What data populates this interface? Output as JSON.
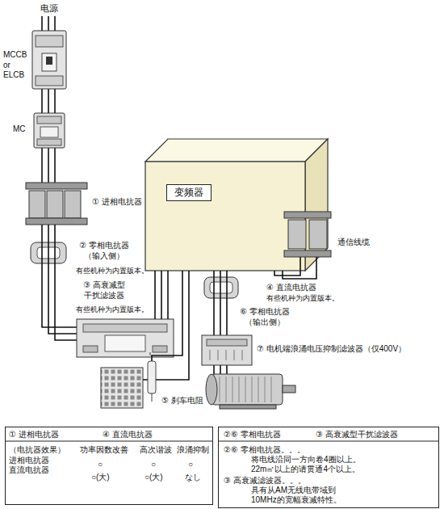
{
  "diagram": {
    "nodes": [
      {
        "text": [
          "变频器"
        ]
      },
      {
        "text": [
          "① 进相电抗器",
          "④ 直流电抗器",
          "（电抗器效果） 进相电抗器 直流电抗器",
          "功率因数改善",
          "高次谐波",
          "浪涌抑制",
          "○",
          "○",
          "○",
          "○(大)",
          "○(大)",
          "なし"
        ]
      },
      {
        "text": [
          "②⑥ 零相电抗器",
          "③ 高衰减型干扰滤波器",
          "②⑥ 零相电抗器。。。",
          "将电线沿同一方向卷4圈以上。",
          "22m㎡以上的请贯通4个以上。",
          "③ 高衰减滤波器。。。",
          "具有从AM无线电带域到",
          "10MHz的宽幅衰减特性。"
        ]
      }
    ],
    "labels": [
      "电源",
      "MCCB or ELCB",
      "MC",
      "① 进相电抗器",
      "② 零相电抗器 （输入侧）",
      "有些机种为内置版本。",
      "③ 高衰减型 干扰滤波器",
      "有些机种为内置版本。",
      "通信线缆",
      "④ 直流电抗器",
      "有些机种为内置版本。",
      "⑥ 零相电抗器 （输出侧）",
      "⑦ 电机端浪涌电压抑制滤波器（仅400V）",
      "⑤ 刹车电阻"
    ]
  }
}
